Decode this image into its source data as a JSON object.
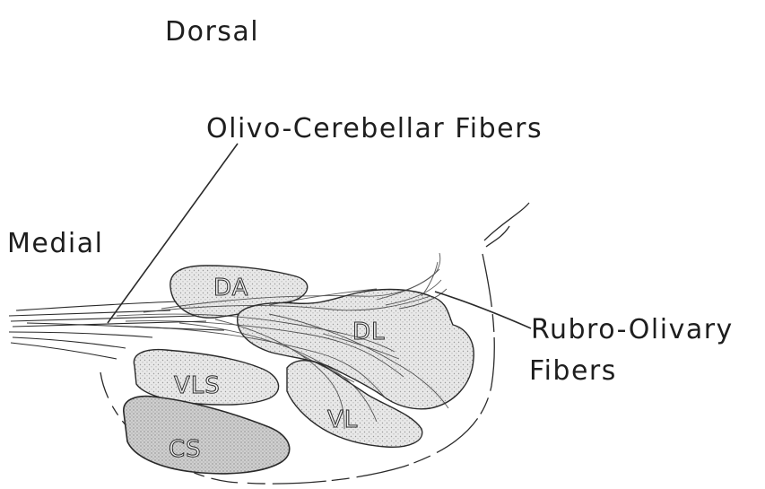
{
  "orientation": {
    "dorsal": "Dorsal",
    "medial": "Medial"
  },
  "pathways": {
    "olivo_cerebellar": "Olivo-Cerebellar Fibers",
    "rubro_olivary_line1": "Rubro-Olivary",
    "rubro_olivary_line2": "Fibers"
  },
  "nuclei": {
    "da": "DA",
    "dl": "DL",
    "vls": "VLS",
    "vl": "VL",
    "cs": "CS"
  },
  "colors": {
    "outline": "#2a2a2a",
    "nucleus_fill": "#e0e0e0",
    "cs_fill": "#c9c9c9",
    "background": "#ffffff"
  }
}
